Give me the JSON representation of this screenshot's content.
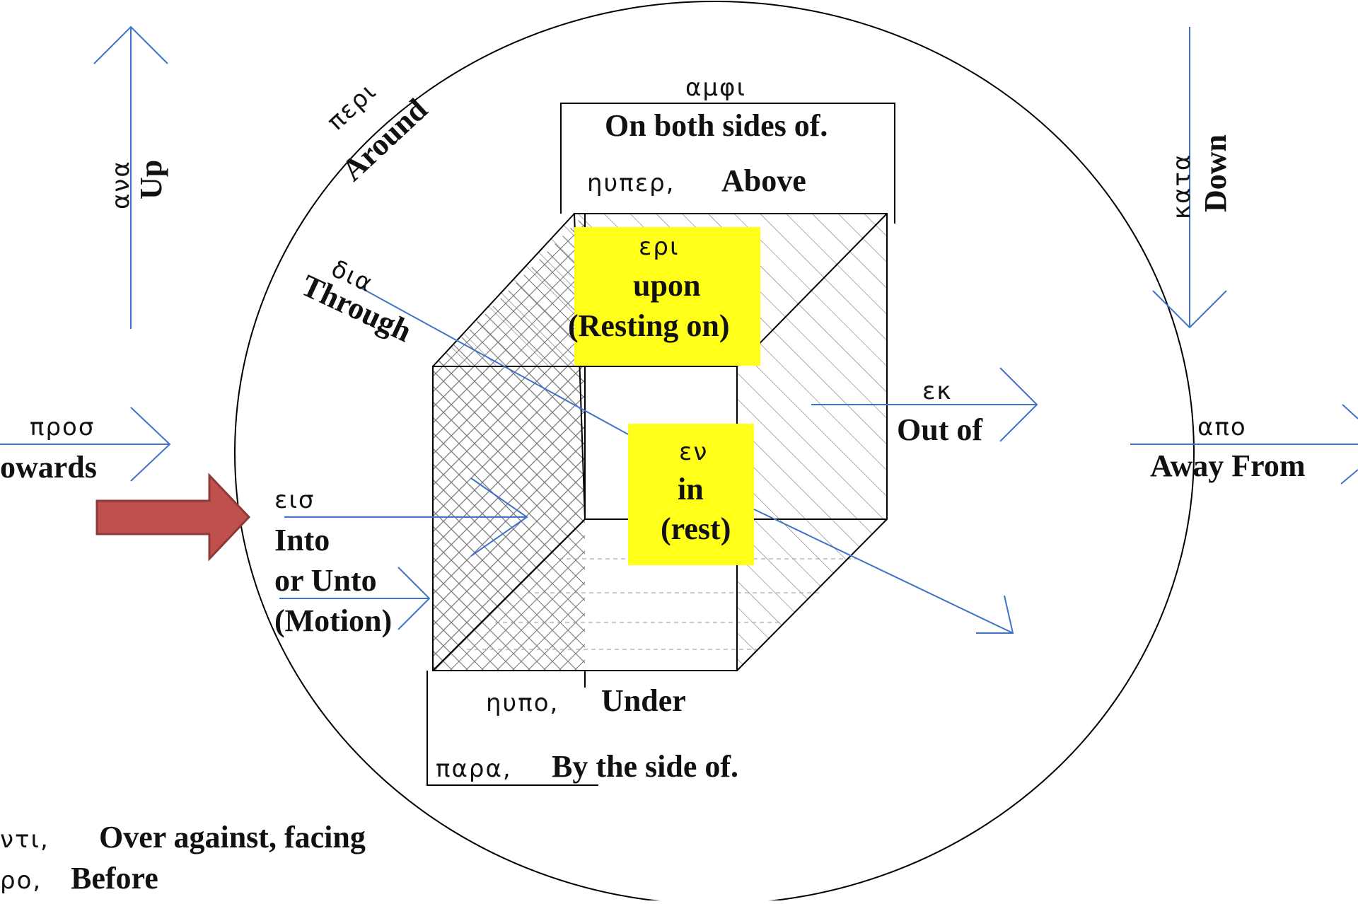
{
  "colors": {
    "arrow_blue": "#3f72c9",
    "highlight_yellow": "#ffff1a",
    "red_arrow": "#c0504d",
    "red_arrow_border": "#8c3a38"
  },
  "labels": {
    "ana_greek": "ανα",
    "ana_en": "Up",
    "kata_greek": "κατα",
    "kata_en": "Down",
    "peri_greek": "περι",
    "peri_en": "Around",
    "amphi_greek": "αμφι",
    "amphi_en": "On both sides of.",
    "huper_greek": "ηυπερ,",
    "huper_en": "Above",
    "epi_greek": "ερι",
    "epi_en1": "upon",
    "epi_en2": "(Resting on)",
    "dia_greek": "δια",
    "dia_en": "Through",
    "ek_greek": "εκ",
    "ek_en": "Out of",
    "en_greek": "εν",
    "en_en1": "in",
    "en_en2": "(rest)",
    "pros_greek": "προσ",
    "pros_en": "owards",
    "apo_greek": "απο",
    "apo_en": "Away From",
    "eis_greek": "εισ",
    "eis_en1": "Into",
    "eis_en2": "or Unto",
    "eis_en3": "(Motion)",
    "hupo_greek": "ηυπο,",
    "hupo_en": "Under",
    "para_greek": "παρα,",
    "para_en": "By the side of.",
    "anti_greek": "ντι,",
    "anti_en": "Over against, facing",
    "pro_greek": "ρο,",
    "pro_en": "Before"
  }
}
